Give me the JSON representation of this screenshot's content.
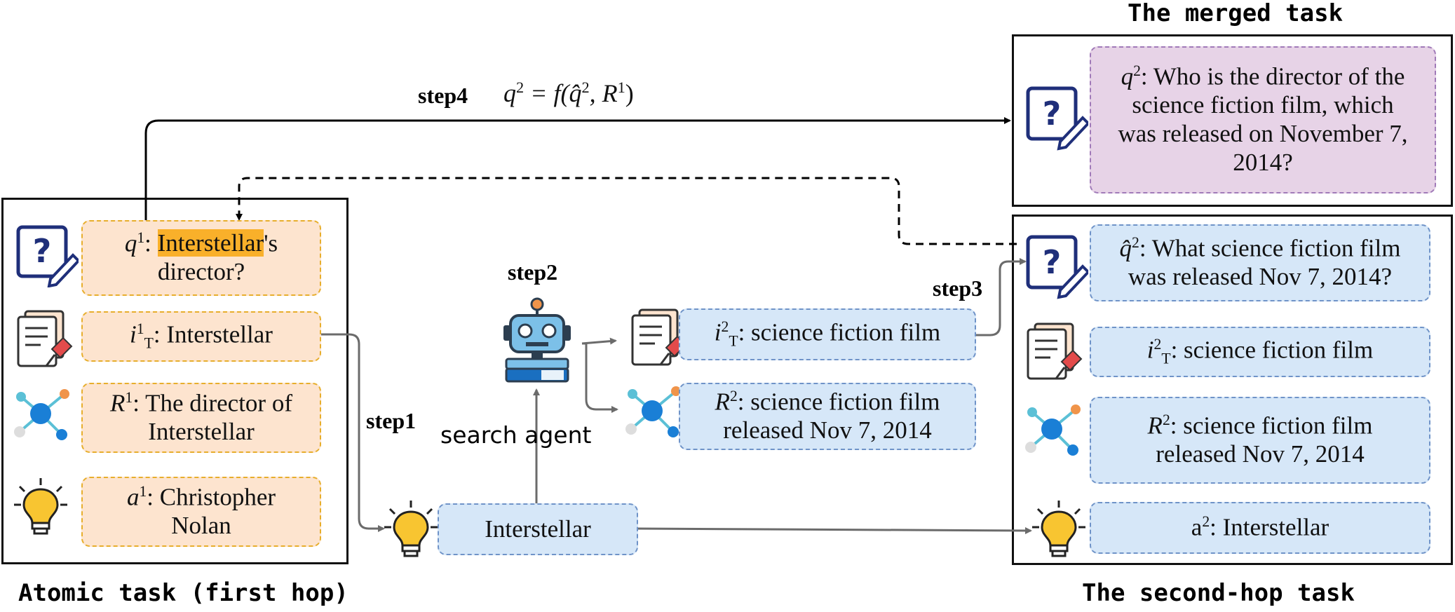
{
  "captions": {
    "merged": "The merged task",
    "atomic": "Atomic task (first hop)",
    "second_hop": "The second-hop task"
  },
  "steps": {
    "step1": "step1",
    "step2": "step2",
    "step3": "step3",
    "step4": "step4"
  },
  "formula": {
    "lhs_var": "q",
    "lhs_sup": "2",
    "eq_f": " = f(",
    "qhat": "q̂",
    "qhat_sup": "2",
    "comma": ", R",
    "r_sup": "1",
    "close": ")"
  },
  "agent": {
    "label": "search agent"
  },
  "first_hop": {
    "q_var": "q",
    "q_sup": "1",
    "q_colon": ": ",
    "q_highlight": "Interstellar",
    "q_rest1": "'s",
    "q_rest2": "director?",
    "i_var": "i",
    "i_sup": "1",
    "i_sub": "T",
    "i_text": ": Interstellar",
    "r_var": "R",
    "r_sup": "1",
    "r_text1": ": The director of",
    "r_text2": "Interstellar",
    "a_var": "a",
    "a_sup": "1",
    "a_text1": ": Christopher",
    "a_text2": "Nolan"
  },
  "middle": {
    "answer": "Interstellar",
    "i_var": "i",
    "i_sup": "2",
    "i_sub": "T",
    "i_text": ": science fiction film",
    "r_var": "R",
    "r_sup": "2",
    "r_text1": ": science fiction film",
    "r_text2": "released Nov 7, 2014"
  },
  "second_hop": {
    "q_var": "q̂",
    "q_sup": "2",
    "q_text1": ": What science fiction film",
    "q_text2": "was released Nov 7, 2014?",
    "i_var": "i",
    "i_sup": "2",
    "i_sub": "T",
    "i_text": ": science fiction film",
    "r_var": "R",
    "r_sup": "2",
    "r_text1": ": science fiction film",
    "r_text2": "released Nov 7, 2014",
    "a_var": "a",
    "a_sup": "2",
    "a_text": ": Interstellar"
  },
  "merged": {
    "q_var": "q",
    "q_sup": "2",
    "q_text1": ": Who is the director of the",
    "q_text2": "science fiction film, which",
    "q_text3": "was released on November 7,",
    "q_text4": "2014?"
  },
  "colors": {
    "orange_fill": "#fde4cf",
    "orange_border": "#e7ae2c",
    "blue_fill": "#d6e7f8",
    "blue_border": "#6f93c8",
    "purple_fill": "#e7d3e7",
    "purple_border": "#a07ab8",
    "highlight": "#f9b02a",
    "arrow_gray": "#6b6b6b"
  },
  "icons": [
    "question-edit-icon",
    "document-pin-icon",
    "network-icon",
    "lightbulb-icon",
    "robot-icon"
  ]
}
